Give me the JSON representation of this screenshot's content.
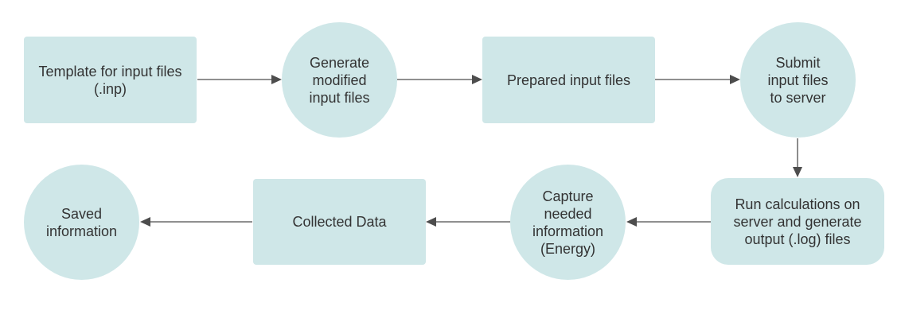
{
  "colors": {
    "node_fill": "#cfe7e8",
    "text": "#333333",
    "edge": "#4d4d4d"
  },
  "nodes": {
    "template_input_files": {
      "label": "Template for input files\n(.inp)"
    },
    "generate_modified": {
      "label": "Generate\nmodified\ninput files"
    },
    "prepared_input_files": {
      "label": "Prepared input files"
    },
    "submit_input_files": {
      "label": "Submit\ninput files\nto server"
    },
    "run_calculations": {
      "label": "Run calculations on\nserver and generate\noutput (.log) files"
    },
    "capture_information": {
      "label": "Capture\nneeded\ninformation\n(Energy)"
    },
    "collected_data": {
      "label": "Collected Data"
    },
    "saved_information": {
      "label": "Saved\ninformation"
    }
  },
  "edges": [
    {
      "from": "template_input_files",
      "to": "generate_modified"
    },
    {
      "from": "generate_modified",
      "to": "prepared_input_files"
    },
    {
      "from": "prepared_input_files",
      "to": "submit_input_files"
    },
    {
      "from": "submit_input_files",
      "to": "run_calculations"
    },
    {
      "from": "run_calculations",
      "to": "capture_information"
    },
    {
      "from": "capture_information",
      "to": "collected_data"
    },
    {
      "from": "collected_data",
      "to": "saved_information"
    }
  ]
}
